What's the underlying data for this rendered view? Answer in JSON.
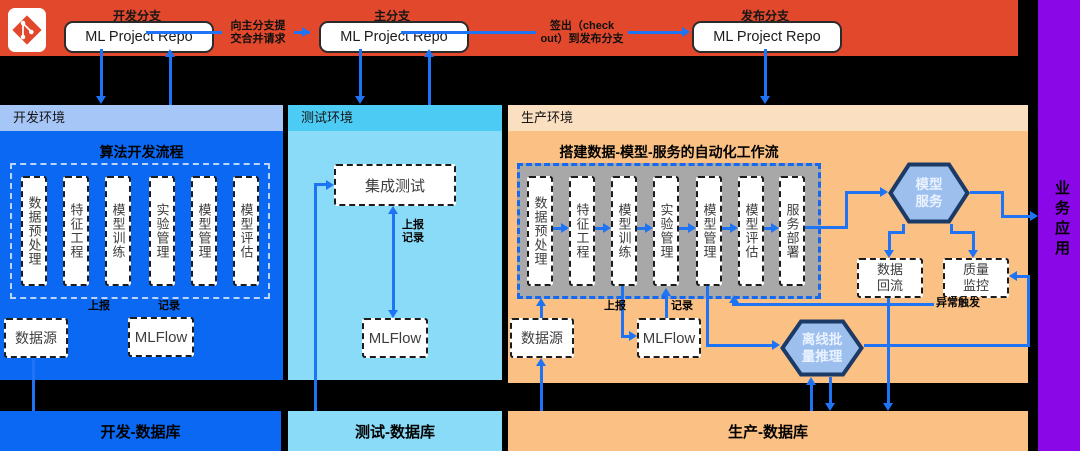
{
  "colors": {
    "top_bar_orange": "#E2482B",
    "arrow_blue": "#1E74F5",
    "dev_blue": "#0A68F3",
    "dev_header_blue": "#A7C6F8",
    "test_header_cyan": "#4CCCF4",
    "test_body_cyan": "#8ADBF8",
    "prod_header_peach": "#FBDFC1",
    "prod_body_peach": "#FBC184",
    "gray_container": "#A8A8A8",
    "hexagon_fill": "#9DBFEE",
    "hexagon_border": "#1B3A66",
    "business_purple": "#8A08E8"
  },
  "topbar": {
    "branches": [
      {
        "branch": "开发分支",
        "repo": "ML Project Repo"
      },
      {
        "branch": "主分支",
        "repo": "ML Project Repo"
      },
      {
        "branch": "发布分支",
        "repo": "ML Project Repo"
      }
    ],
    "merge_request_label": "向主分支提\n交合并请求",
    "checkout_label": "签出（check\nout）到发布分支"
  },
  "dev": {
    "header": "开发环境",
    "title": "算法开发流程",
    "pipeline": [
      "数据预处理",
      "特征工程",
      "模型训练",
      "实验管理",
      "模型管理",
      "模型评估"
    ],
    "report": "上报",
    "record": "记录",
    "data_source": "数据源",
    "mlflow": "MLFlow",
    "database": "开发-数据库"
  },
  "test": {
    "header": "测试环境",
    "integration_test": "集成测试",
    "report_record": "上报\n记录",
    "mlflow": "MLFlow",
    "database": "测试-数据库"
  },
  "prod": {
    "header": "生产环境",
    "title": "搭建数据-模型-服务的自动化工作流",
    "pipeline": [
      "数据预处理",
      "特征工程",
      "模型训练",
      "实验管理",
      "模型管理",
      "模型评估",
      "服务部署"
    ],
    "report": "上报",
    "record": "记录",
    "data_source": "数据源",
    "mlflow": "MLFlow",
    "model_service": "模型\n服务",
    "data_backflow": "数据\n回流",
    "quality_monitor": "质量\n监控",
    "offline_batch_inference": "离线批\n量推理",
    "exception_trigger": "异常触发",
    "database": "生产-数据库"
  },
  "business_app": "业务应用"
}
